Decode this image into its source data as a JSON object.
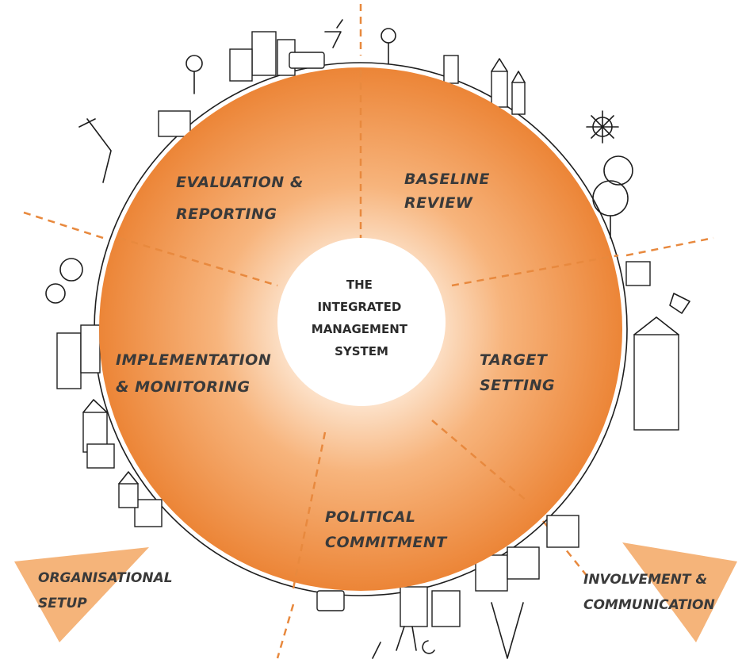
{
  "center": {
    "lines": [
      "THE",
      "INTEGRATED",
      "MANAGEMENT",
      "SYSTEM"
    ]
  },
  "segments": [
    {
      "id": "baseline",
      "lines": [
        "BASELINE",
        "REVIEW"
      ]
    },
    {
      "id": "target",
      "lines": [
        "TARGET",
        "SETTING"
      ]
    },
    {
      "id": "political",
      "lines": [
        "POLITICAL",
        "COMMITMENT"
      ]
    },
    {
      "id": "implementation",
      "lines": [
        "IMPLEMENTATION",
        "& MONITORING"
      ]
    },
    {
      "id": "evaluation",
      "lines": [
        "EVALUATION &",
        "REPORTING"
      ]
    }
  ],
  "side_labels": {
    "left": [
      "ORGANISATIONAL",
      "SETUP"
    ],
    "right": [
      "INVOLVEMENT &",
      "COMMUNICATION"
    ]
  },
  "colors": {
    "ring_outer": "#ee8a3c",
    "ring_inner": "#fbd9b8",
    "triangle": "#f5b47a",
    "dash": "#e8893e"
  }
}
